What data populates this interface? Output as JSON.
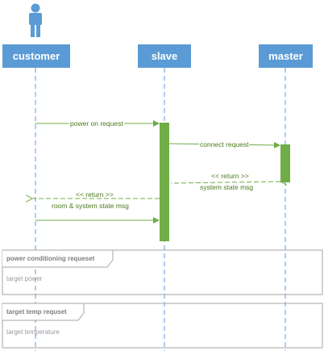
{
  "lifelines": {
    "customer": "customer",
    "slave": "slave",
    "master": "master"
  },
  "messages": {
    "m1": "power on request",
    "m2": "connect request",
    "m3_return": "<< return >>",
    "m3_text": "system state msg",
    "m4_return": "<< return >>",
    "m4_text": "room & system state msg"
  },
  "frames": {
    "f1_title": "power conditioning requeset",
    "f1_body": "target power",
    "f2_title": "target temp requset",
    "f2_body": "target temperature"
  },
  "colors": {
    "lifeline": "#5b9bd5",
    "message": "#70ad47",
    "activation": "#70ad47",
    "frame": "#a6a6a6"
  }
}
